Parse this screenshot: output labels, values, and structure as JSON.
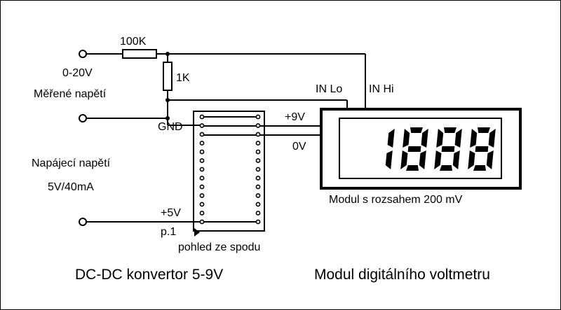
{
  "labels": {
    "resistor_100k": "100K",
    "range": "0-20V",
    "measured": "Měřené napětí",
    "resistor_1k": "1K",
    "in_lo": "IN Lo",
    "in_hi": "IN Hi",
    "gnd": "GND",
    "plus9v": "+9V",
    "zero_v": "0V",
    "supply": "Napájecí napětí",
    "supply_spec": "5V/40mA",
    "plus5v": "+5V",
    "pin1": "p.1",
    "bottom_view": "pohled ze spodu",
    "module_range": "Modul s rozsahem 200 mV",
    "dcdc_caption": "DC-DC konvertor 5-9V",
    "voltmeter_caption": "Modul digitálního voltmetru"
  },
  "display": {
    "reading": "1888"
  },
  "colors": {
    "ink": "#000000",
    "background": "#ffffff"
  }
}
